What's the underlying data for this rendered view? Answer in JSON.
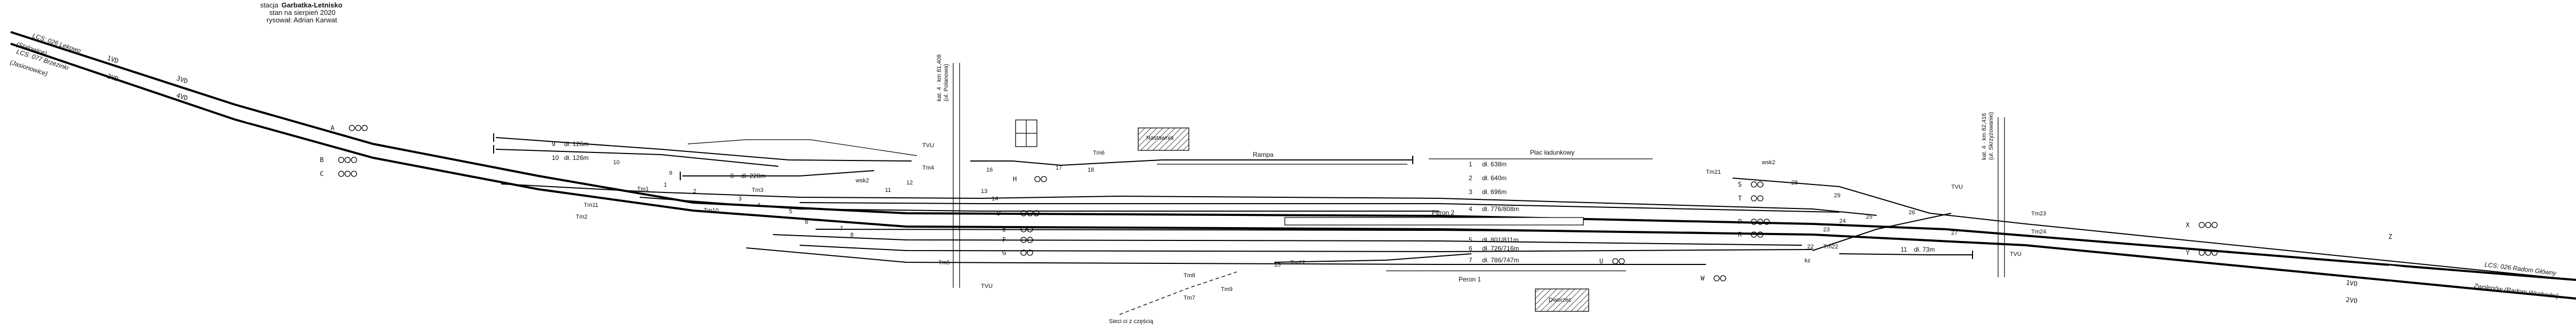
{
  "header": {
    "line1_prefix": "stacja",
    "station": "Garbatka-Letnisko",
    "line2": "stan na sierpień 2020",
    "line3": "rysował: Adrian Karwat"
  },
  "lines_left": {
    "upper_line": "LCS: 026 Lekowo",
    "upper_from": "(Stalowice)",
    "lower_line": "LCS: 077 Brzezinki",
    "lower_from": "(Jasionowice)"
  },
  "lines_right": {
    "line": "LCS: 026 Radom Główny",
    "dest": "Zwolenów (Radom Wschodni)"
  },
  "kilometers": {
    "left": "kat. 4 · km 81,408",
    "left_sub": "(ul. Polanowa)",
    "right": "kat. 4 · km 82,416",
    "right_sub": "(ul. Skrzyżowanie)"
  },
  "buildings": {
    "left": "Nastawnia",
    "right": "Dworzec"
  },
  "areas": {
    "rampa": "Rampa",
    "plac": "Plac ładunkowy",
    "peron1": "Peron 1",
    "peron2": "Peron 2",
    "sidings": "Sieci ci z częścią"
  },
  "tracks": [
    {
      "id": "t1",
      "num": "1",
      "len": "dł. 638m"
    },
    {
      "id": "t2",
      "num": "2",
      "len": "dł. 640m"
    },
    {
      "id": "t3",
      "num": "3",
      "len": "dł. 696m"
    },
    {
      "id": "t4",
      "num": "4",
      "len": "dł. 776/808m"
    },
    {
      "id": "t5",
      "num": "5",
      "len": "dł. 801/811m"
    },
    {
      "id": "t6",
      "num": "6",
      "len": "dł. 726/716m"
    },
    {
      "id": "t7",
      "num": "7",
      "len": "dł. 786/747m"
    },
    {
      "id": "t8",
      "num": "8",
      "len": "dł. 228m"
    },
    {
      "id": "t9",
      "num": "9",
      "len": "dł. 126m"
    },
    {
      "id": "t10",
      "num": "10",
      "len": "dł. 126m"
    },
    {
      "id": "t11",
      "num": "11",
      "len": "dł. 73m"
    }
  ],
  "switches_left": [
    "1",
    "2",
    "3",
    "4",
    "5",
    "6",
    "7",
    "8",
    "9",
    "10",
    "11",
    "12",
    "13",
    "14",
    "15",
    "16",
    "17",
    "18"
  ],
  "switches_right": [
    "22",
    "23",
    "24",
    "25",
    "26",
    "27",
    "28",
    "29"
  ],
  "signals_left": [
    "A",
    "B",
    "C",
    "D",
    "E",
    "F",
    "G",
    "H"
  ],
  "signals_right": [
    "P",
    "R",
    "S",
    "T",
    "U",
    "W",
    "X",
    "Y",
    "Z"
  ],
  "tm": [
    "Tm1",
    "Tm2",
    "Tm3",
    "Tm4",
    "Tm5",
    "Tm6",
    "Tm7",
    "Tm8",
    "Tm9",
    "Tm10",
    "Tm11",
    "Tm12",
    "Tm21",
    "Tm22",
    "Tm23",
    "Tm24"
  ],
  "tvu": [
    "TVU",
    "TVU",
    "TVU",
    "TVU"
  ],
  "blocks": [
    "1VD",
    "2VD",
    "1VO",
    "2VO",
    "3VD",
    "4VD"
  ],
  "misc": {
    "wskaznik": "wsk2",
    "krzyz": "kz"
  }
}
